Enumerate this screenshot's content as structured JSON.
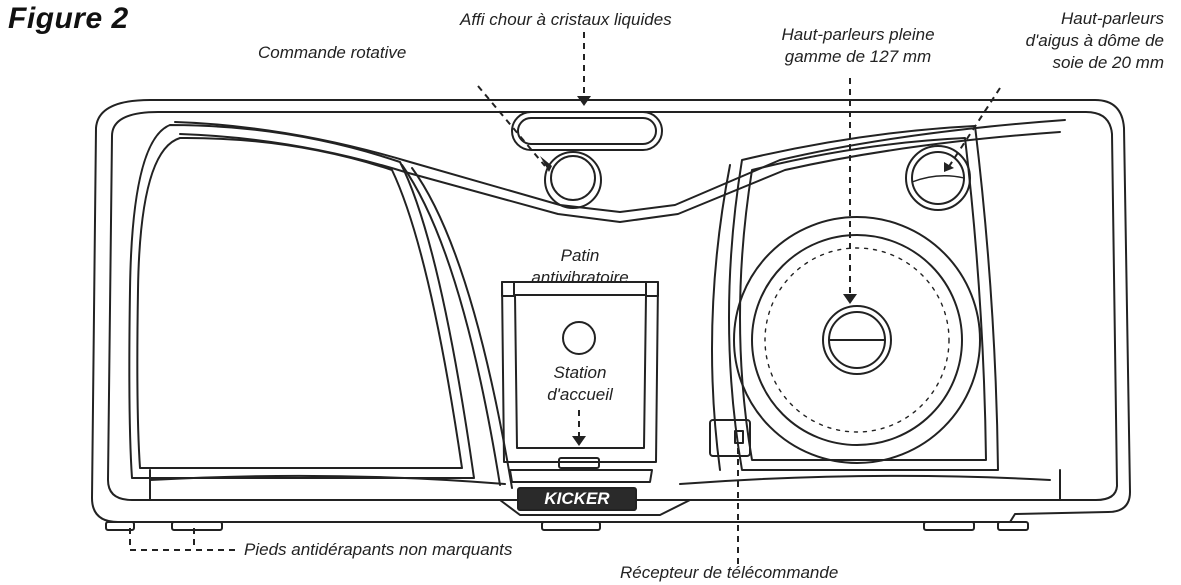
{
  "figure": {
    "title": "Figure 2"
  },
  "brand": {
    "logo_text": "KICKER"
  },
  "labels": {
    "lcd": "Affi chour à cristaux liquides",
    "knob": "Commande rotative",
    "woofer_line1": "Haut-parleurs pleine",
    "woofer_line2": "gamme de 127 mm",
    "tweeter_line1": "Haut-parleurs",
    "tweeter_line2": "d'aigus à dôme de",
    "tweeter_line3": "soie de 20 mm",
    "pad_line1": "Patin",
    "pad_line2": "antivibratoire",
    "dock_line1": "Station",
    "dock_line2": "d'accueil",
    "feet": "Pieds antidérapants non marquants",
    "ir_receiver": "Récepteur de télécommande"
  }
}
